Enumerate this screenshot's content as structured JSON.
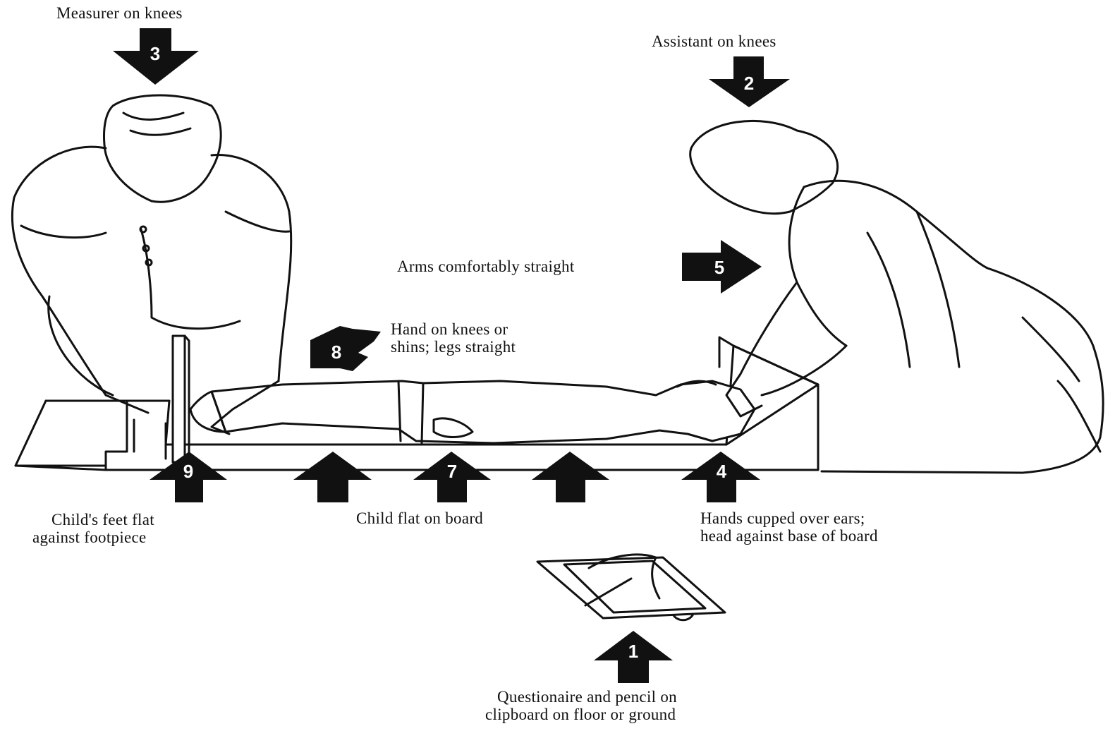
{
  "labels": {
    "measurer": "Measurer on knees",
    "assistant": "Assistant on knees",
    "arms": "Arms comfortably straight",
    "hand_knees_1": "Hand on knees or",
    "hand_knees_2": "shins; legs straight",
    "feet_1": "Child's feet flat",
    "feet_2": "against footpiece",
    "child_flat": "Child flat on board",
    "hands_cupped_1": "Hands cupped over ears;",
    "hands_cupped_2": "head against base of board",
    "questionnaire_1": "Questionaire and pencil on",
    "questionnaire_2": "clipboard on floor or ground"
  },
  "steps": {
    "s1": "1",
    "s2": "2",
    "s3": "3",
    "s4": "4",
    "s5": "5",
    "s7": "7",
    "s8": "8",
    "s9": "9"
  }
}
